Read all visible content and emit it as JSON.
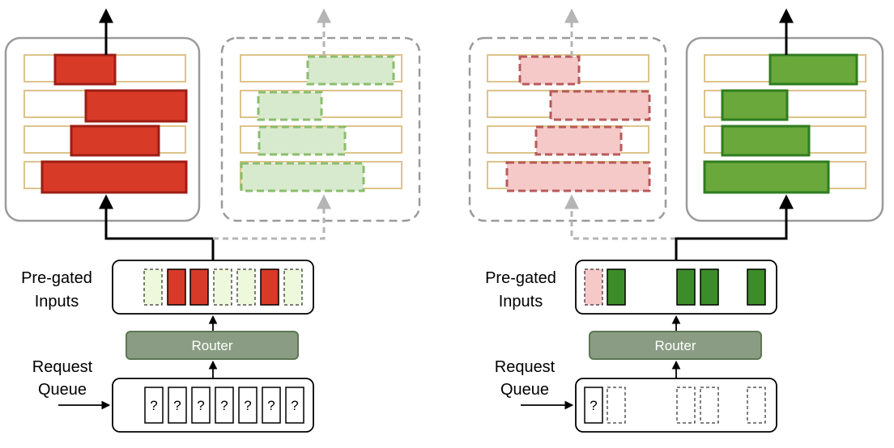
{
  "colors": {
    "red_fill": "#d83a28",
    "red_stroke": "#9e1d14",
    "green_fill": "#6aa83c",
    "green_stroke": "#2f7d1f",
    "faded_green_fill": "#d8eacd",
    "faded_green_stroke": "#8bbd6e",
    "faded_red_fill": "#f6c9c9",
    "faded_red_stroke": "#b85a5a",
    "slot_stroke": "#dcc48a",
    "router_fill": "#8a9d84",
    "router_stroke": "#5d7655",
    "light_green_slot": "#eef8dc",
    "faded_arrow": "#b5b5b5",
    "panel_stroke": "#9a9a9a",
    "black": "#000000"
  },
  "left": {
    "pregated_label_line1": "Pre-gated",
    "pregated_label_line2": "Inputs",
    "router_label": "Router",
    "queue_label_line1": "Request",
    "queue_label_line2": "Queue",
    "queue_items": [
      "?",
      "?",
      "?",
      "?",
      "?",
      "?",
      "?"
    ]
  },
  "right": {
    "pregated_label_line1": "Pre-gated",
    "pregated_label_line2": "Inputs",
    "router_label": "Router",
    "queue_label_line1": "Request",
    "queue_label_line2": "Queue",
    "queue_items": [
      "?"
    ]
  }
}
